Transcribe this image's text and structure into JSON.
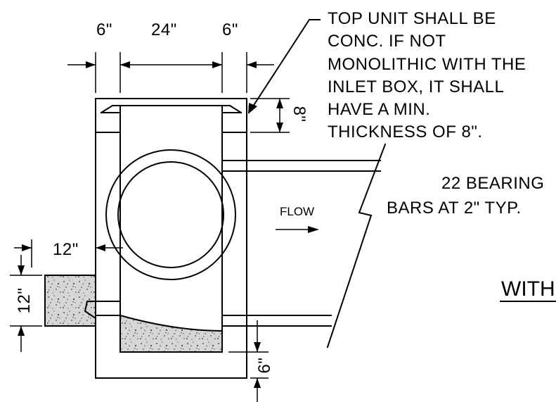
{
  "dimensions": {
    "left_wall": "6\"",
    "opening": "24\"",
    "right_wall": "6\"",
    "top_thickness": "8\"",
    "side_offset": "12\"",
    "side_height": "12\"",
    "bottom_thickness": "6\""
  },
  "notes": {
    "top_unit": [
      "TOP UNIT SHALL BE",
      "CONC. IF NOT",
      "MONOLITHIC WITH THE",
      "INLET BOX, IT SHALL",
      "HAVE A MIN.",
      "THICKNESS OF 8\"."
    ],
    "bearing_bars": [
      "22 BEARING",
      "BARS AT 2\" TYP."
    ],
    "flow": "FLOW"
  },
  "view_title": "WITH"
}
